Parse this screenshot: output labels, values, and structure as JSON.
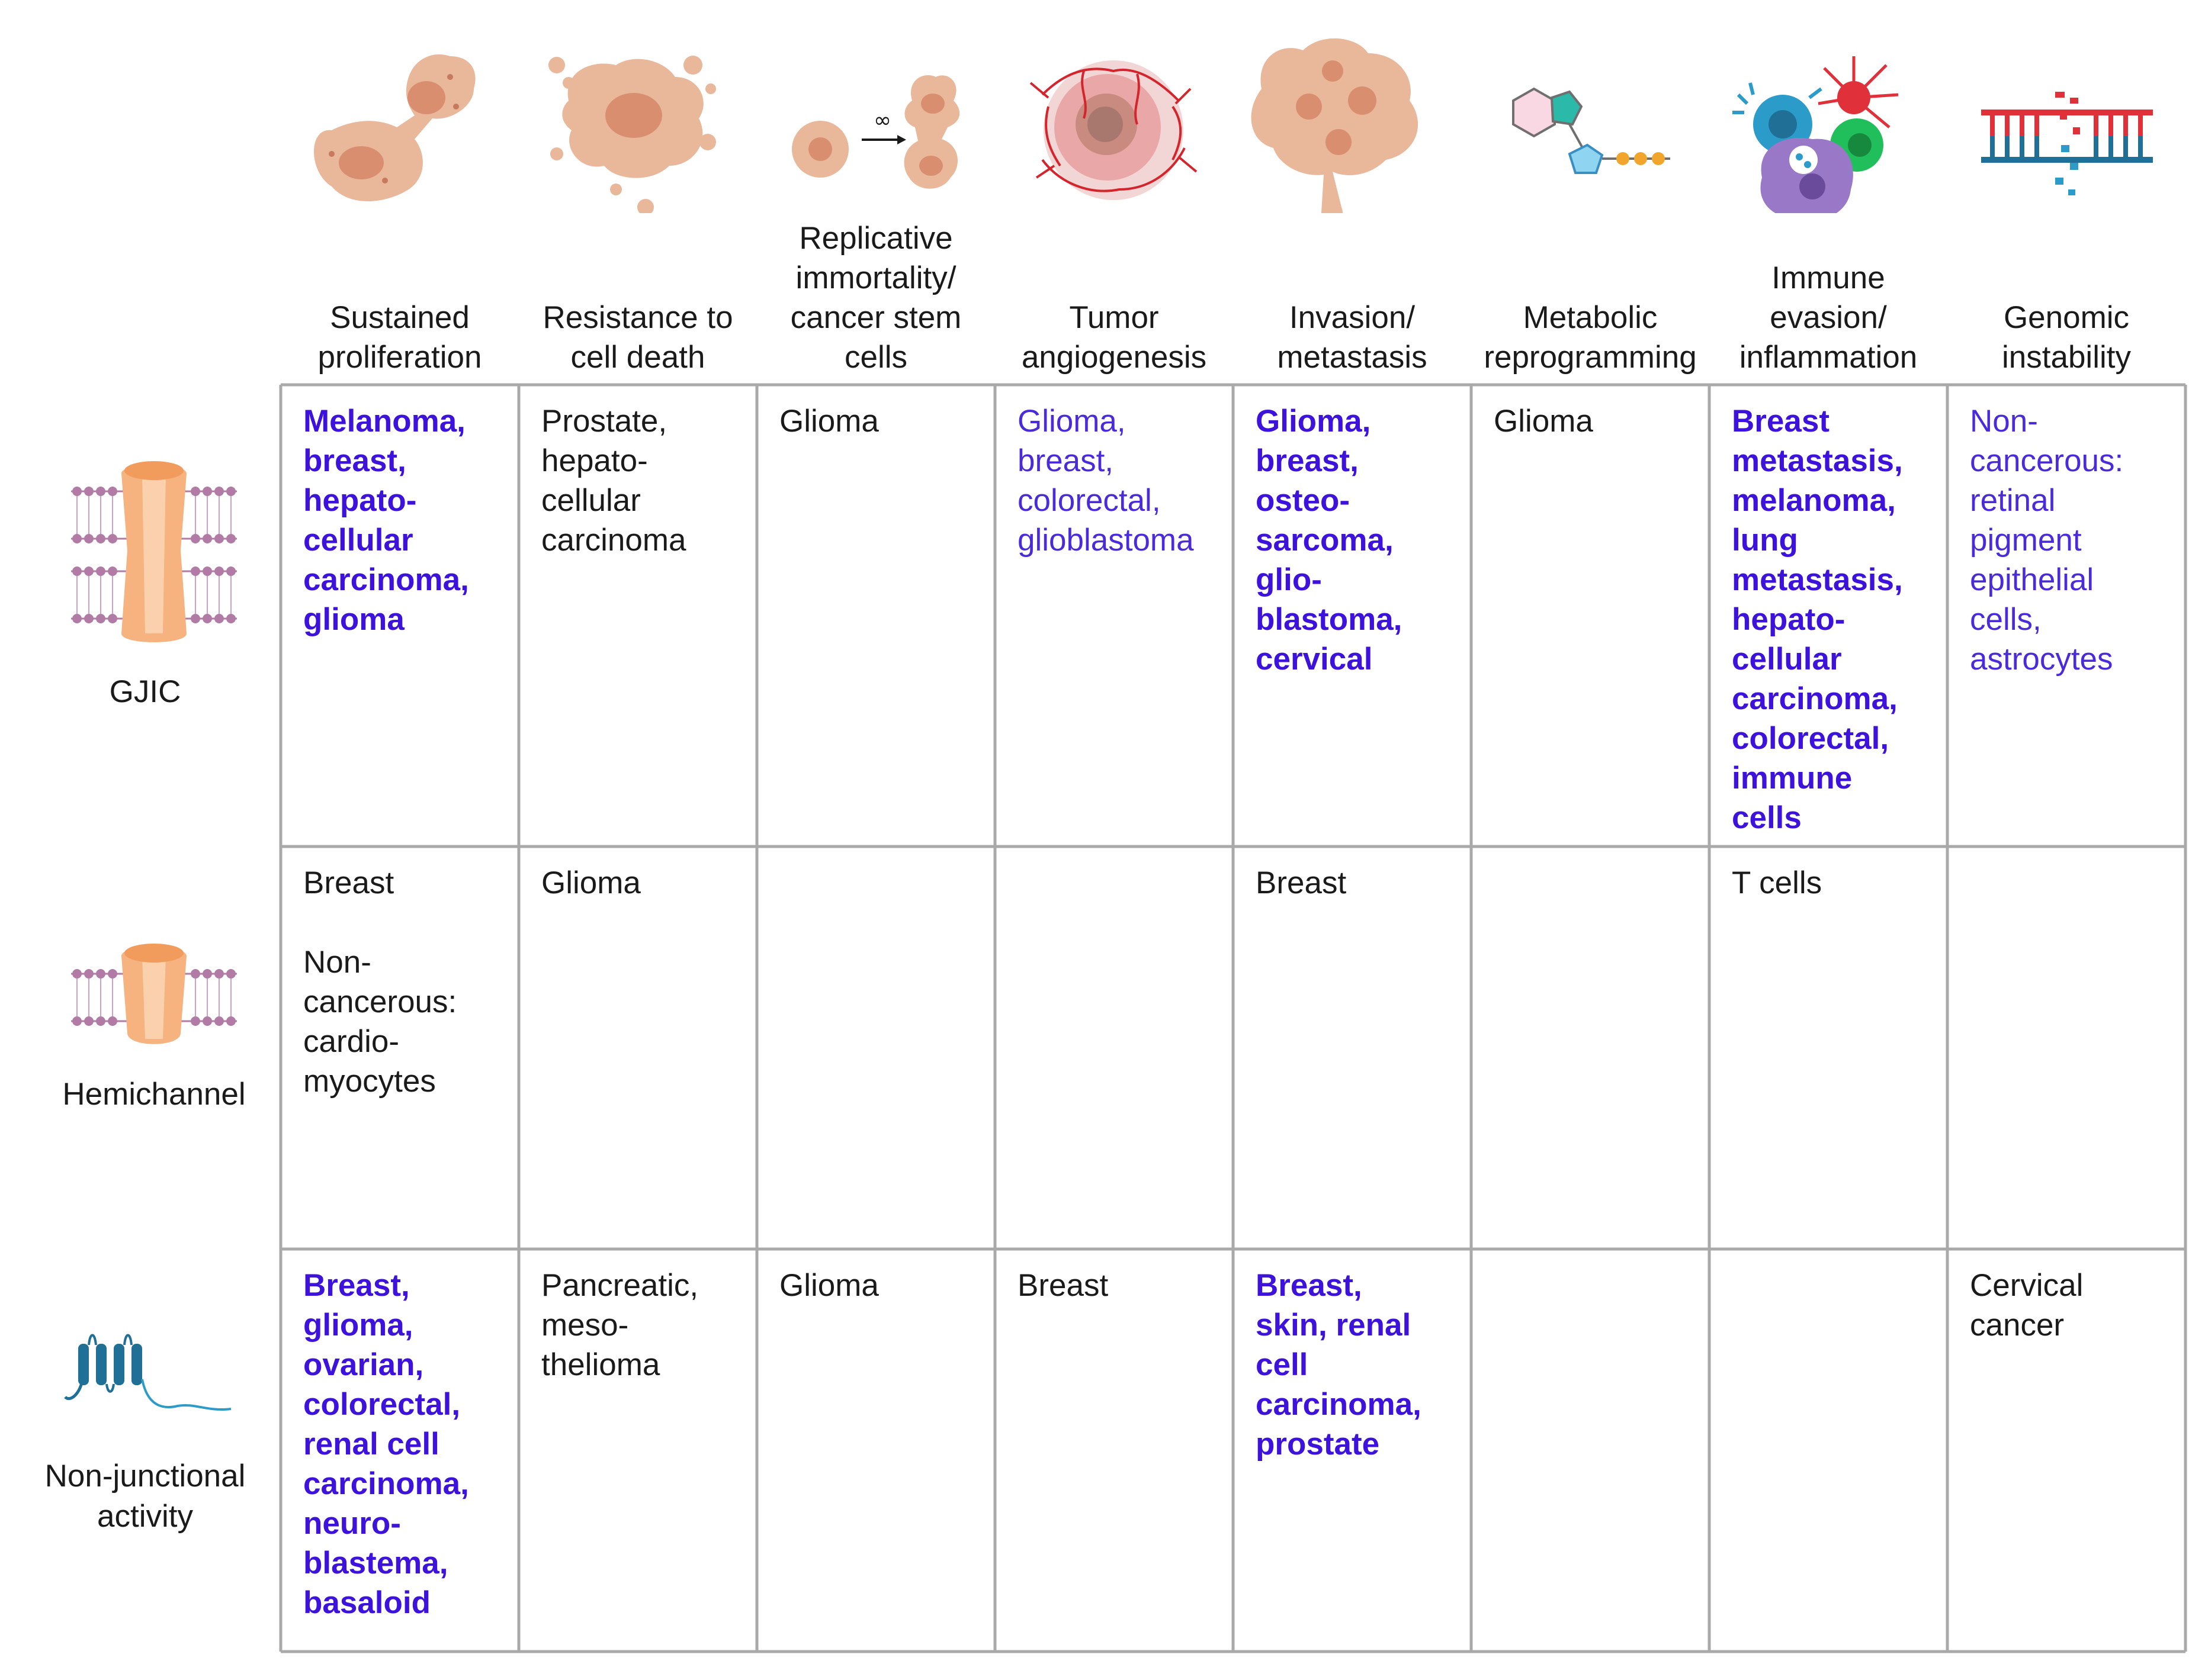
{
  "columns": [
    {
      "label": "Sustained\nproliferation",
      "icon": "proliferating-cells-icon"
    },
    {
      "label": "Resistance to\ncell death",
      "icon": "resistant-cell-icon"
    },
    {
      "label": "Replicative\nimmortality/\ncancer stem\ncells",
      "icon": "immortal-cell-icon"
    },
    {
      "label": "Tumor\nangiogenesis",
      "icon": "vascularized-tumor-icon"
    },
    {
      "label": "Invasion/\nmetastasis",
      "icon": "invading-cell-icon"
    },
    {
      "label": "Metabolic\nreprogramming",
      "icon": "metabolite-molecule-icon"
    },
    {
      "label": "Immune\nevasion/\ninflammation",
      "icon": "immune-cells-icon"
    },
    {
      "label": "Genomic\ninstability",
      "icon": "broken-dna-icon"
    }
  ],
  "infinity_symbol": "∞",
  "rows": [
    {
      "label": "GJIC",
      "icon": "gap-junction-icon",
      "cells": [
        {
          "text": "Melanoma,\nbreast,\nhepato-\ncellular\ncarcinoma,\nglioma",
          "style": "boldblue"
        },
        {
          "text": "Prostate,\nhepato-\ncellular\ncarcinoma",
          "style": "black"
        },
        {
          "text": "Glioma",
          "style": "black"
        },
        {
          "text": "Glioma,\nbreast,\ncolorectal,\nglioblastoma",
          "style": "blue"
        },
        {
          "text": "Glioma,\nbreast,\nosteo-\nsarcoma,\nglio-\nblastoma,\ncervical",
          "style": "boldblue"
        },
        {
          "text": "Glioma",
          "style": "black"
        },
        {
          "text": "Breast\nmetastasis,\nmelanoma,\nlung\nmetastasis,\nhepato-\ncellular\ncarcinoma,\ncolorectal,\nimmune\ncells",
          "style": "boldblue"
        },
        {
          "text": "Non-\ncancerous:\nretinal\npigment\nepithelial\ncells,\nastrocytes",
          "style": "blue"
        }
      ]
    },
    {
      "label": "Hemichannel",
      "icon": "hemichannel-icon",
      "cells": [
        {
          "text": "Breast\n\nNon-\ncancerous:\ncardio-\nmyocytes",
          "style": "black"
        },
        {
          "text": "Glioma",
          "style": "black"
        },
        {
          "text": "",
          "style": "black"
        },
        {
          "text": "",
          "style": "black"
        },
        {
          "text": "Breast",
          "style": "black"
        },
        {
          "text": "",
          "style": "black"
        },
        {
          "text": "T cells",
          "style": "black"
        },
        {
          "text": "",
          "style": "black"
        }
      ]
    },
    {
      "label": "Non-junctional\nactivity",
      "icon": "transmembrane-protein-icon",
      "cells": [
        {
          "text": "Breast,\nglioma,\novarian,\ncolorectal,\nrenal cell\ncarcinoma,\nneuro-\nblastema,\nbasaloid",
          "style": "boldblue"
        },
        {
          "text": "Pancreatic,\nmeso-\nthelioma",
          "style": "black"
        },
        {
          "text": "Glioma",
          "style": "black"
        },
        {
          "text": "Breast",
          "style": "black"
        },
        {
          "text": "Breast,\nskin, renal\ncell\ncarcinoma,\nprostate",
          "style": "boldblue"
        },
        {
          "text": "",
          "style": "black"
        },
        {
          "text": "",
          "style": "black"
        },
        {
          "text": "Cervical\ncancer",
          "style": "black"
        }
      ]
    }
  ],
  "colors": {
    "grid": "#a9a9a9",
    "bold_blue": "#3d12dd",
    "blue": "#4a2bdc",
    "cell_fill": "#e9b79a",
    "cell_nucleus": "#d98e6f",
    "vessel": "#d4252c",
    "membrane": "#b27ba6",
    "channel": "#f6b27f"
  }
}
